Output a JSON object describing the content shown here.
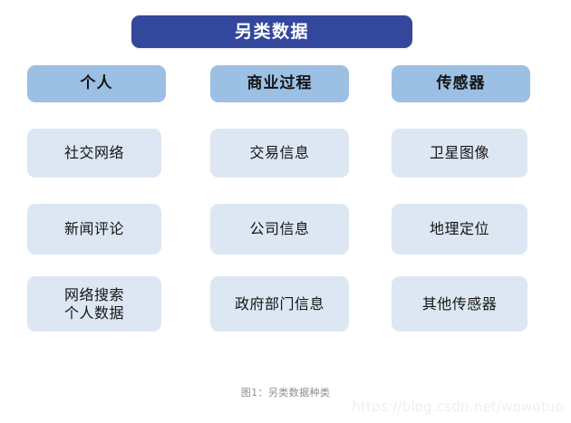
{
  "figure": {
    "title": "另类数据",
    "caption": "图1：另类数据种类",
    "watermark": "https://blog.csdn.net/wowotuo"
  },
  "colors": {
    "title_bar": "#33489c",
    "header_box": "#9cc0e4",
    "cell_box": "#dce7f3",
    "title_text": "#ffffff",
    "body_text": "#141414",
    "caption_text": "#8d8d8d",
    "watermark_text": "#efefef",
    "background": "#ffffff"
  },
  "columns": [
    {
      "header": "个人",
      "cells": [
        "社交网络",
        "新闻评论",
        "网络搜索\n个人数据"
      ]
    },
    {
      "header": "商业过程",
      "cells": [
        "交易信息",
        "公司信息",
        "政府部门信息"
      ]
    },
    {
      "header": "传感器",
      "cells": [
        "卫星图像",
        "地理定位",
        "其他传感器"
      ]
    }
  ]
}
